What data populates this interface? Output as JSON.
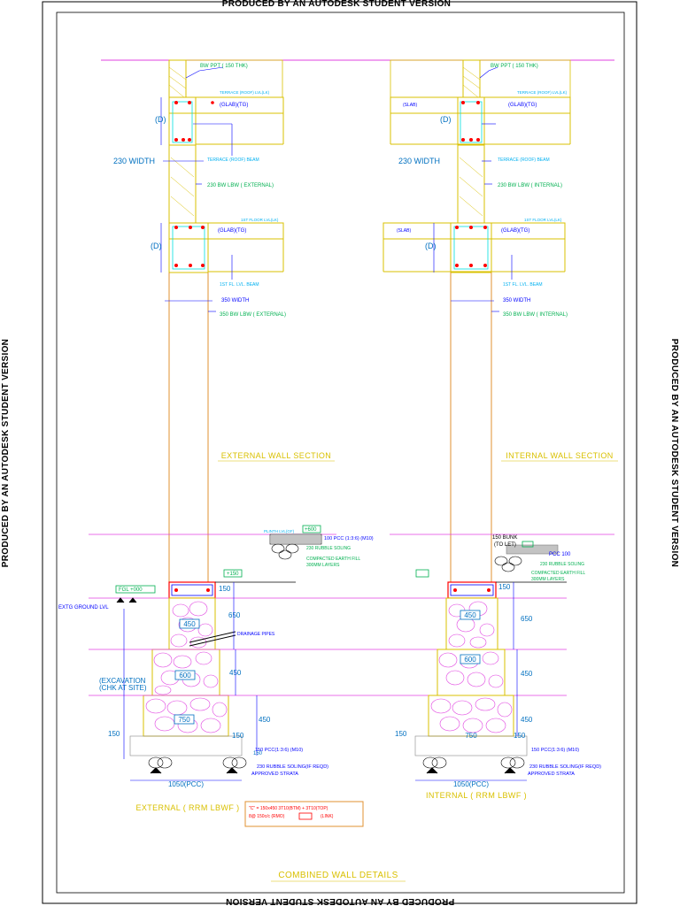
{
  "watermark": "PRODUCED BY AN AUTODESK STUDENT VERSION",
  "external": {
    "ppt": "BW PPT ( 150 THK)",
    "terrace_lvl": "TERRACE (ROOF) LVL(LK)",
    "slab_tg": "(GLAB)(TG)",
    "d": "(D)",
    "width230": "230 WIDTH",
    "terrace_beam": "TERRACE (ROOF) BEAM",
    "wall230": "230 BW LBW ( EXTERNAL)",
    "floor_lvl": "1ST FLOOR LVL(LK)",
    "slab_tg2": "(GLAB)(TG)",
    "floor_beam": "1ST FL. LVL. BEAM",
    "width350": "350 WIDTH",
    "wall350": "350 BW LBW ( EXTERNAL)",
    "section": "EXTERNAL WALL SECTION",
    "plinth": "PLINTH LVL(GF)",
    "plinth_val": "+600",
    "pcc100": "100 PCC (1:3:6) (M10)",
    "rubble230": "230 RUBBLE SOLING",
    "earth_fill": "COMPACTED EARTH FILL",
    "layers": "300MM LAYERS",
    "fgl": "FGL +000",
    "ground": "EXTG GROUND LVL",
    "beam_top": "+150",
    "drainage": "DRAINAGE PIPES",
    "excavation": "(EXCAVATION",
    "chk": "(CHK AT SITE)",
    "d150a": "150",
    "d650": "650",
    "d450a": "450",
    "d450b": "450",
    "d450c": "450",
    "d600": "600",
    "d750": "750",
    "d150b": "150",
    "d150c": "150",
    "d150d": "150",
    "pcc_m10": "150 PCC(1:3:6) (M10)",
    "rubble_p": "230 RUBBLE SOLING(IF REQD)",
    "strata": "APPROVED STRATA",
    "pcc1050": "1050(PCC)",
    "title": "EXTERNAL ( RRM LBWF )"
  },
  "internal": {
    "ppt": "BW PPT ( 150 THK)",
    "terrace_lvl": "TERRACE (ROOF) LVL(LK)",
    "slab": "(SLAB)",
    "slab_tg": "(GLAB)(TG)",
    "d": "(D)",
    "width230": "230 WIDTH",
    "terrace_beam": "TERRACE (ROOF) BEAM",
    "wall230": "230 BW LBW ( INTERNAL)",
    "floor_lvl": "1ST FLOOR LVL(LK)",
    "slab2": "(SLAB)",
    "slab_tg2": "(GLAB)(TG)",
    "floor_beam": "1ST FL. LVL. BEAM",
    "width350": "350 WIDTH",
    "wall350": "350 BW LBW ( INTERNAL)",
    "section": "INTERNAL WALL SECTION",
    "bunk": "150 BUNK",
    "bunk2": "(TO LET)",
    "pcc100": "PCC 100",
    "rubble230": "230 RUBBLE SOLING",
    "earth_fill": "COMPACTED EARTH FILL",
    "layers": "300MM LAYERS",
    "d150a": "150",
    "d450": "450",
    "d650": "650",
    "d450b": "450",
    "d600": "600",
    "d450c": "450",
    "d150b": "150",
    "d750": "750",
    "d150c": "150",
    "pcc_m10": "150 PCC(1:3:6) (M10)",
    "rubble_p": "230 RUBBLE SOLING(IF REQD)",
    "strata": "APPROVED STRATA",
    "pcc1050": "1050(PCC)",
    "title": "INTERNAL ( RRM LBWF )"
  },
  "legend": {
    "line1": "\"C\" = 150x450 3T10(BTM) + 3T10(TOP)",
    "line2": "8@ 150c/c (RMO)",
    "line3": "(LINK)"
  },
  "footer_title": "COMBINED WALL DETAILS"
}
